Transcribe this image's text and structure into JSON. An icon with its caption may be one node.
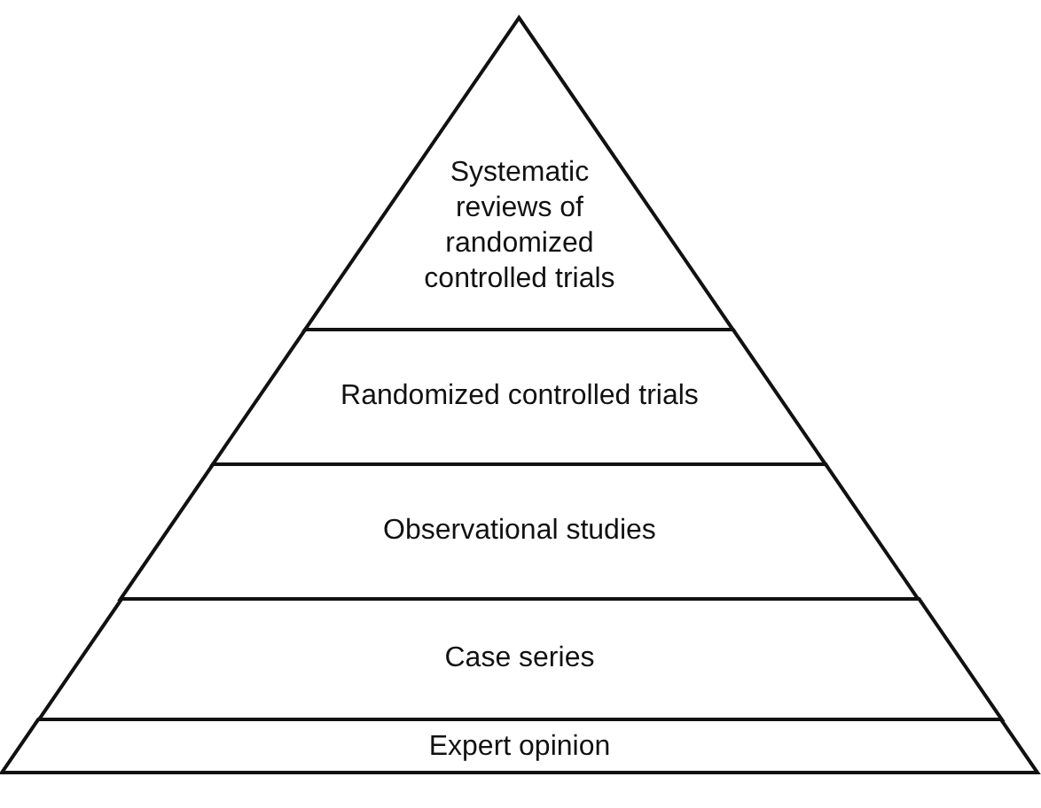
{
  "diagram": {
    "nodes": [
      {
        "text": [
          "Systematic reviews of randomized controlled trials"
        ]
      },
      {
        "text": [
          "Randomized controlled trials"
        ]
      },
      {
        "text": [
          "Observational studies"
        ]
      },
      {
        "text": [
          "Case series"
        ]
      },
      {
        "text": [
          "Expert opinion"
        ]
      }
    ]
  }
}
